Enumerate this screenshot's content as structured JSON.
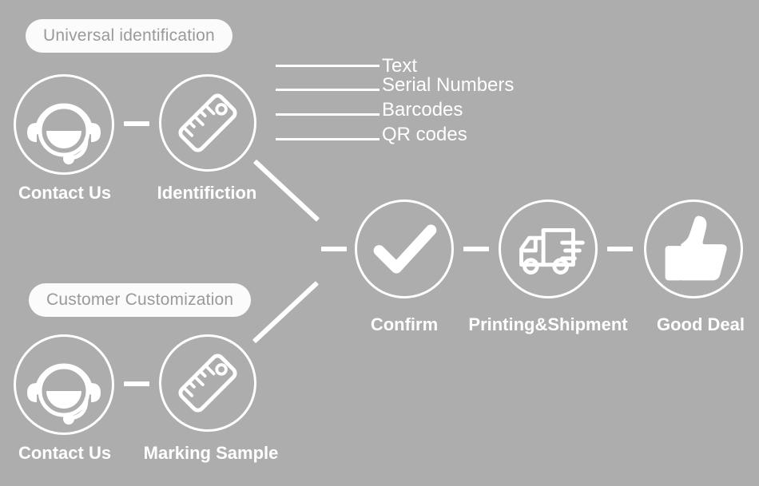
{
  "background_color": "#adadad",
  "accent_color": "#ffffff",
  "pill_text_color": "#9a9a9a",
  "badges": {
    "universal": "Universal identification",
    "customer": "Customer Customization"
  },
  "identification_types": [
    {
      "label": "Text"
    },
    {
      "label": "Serial Numbers"
    },
    {
      "label": "Barcodes"
    },
    {
      "label": "QR codes"
    }
  ],
  "top_branch": [
    {
      "icon": "headset-icon",
      "label": "Contact Us"
    },
    {
      "icon": "ruler-icon",
      "label": "Identifiction"
    }
  ],
  "bottom_branch": [
    {
      "icon": "headset-icon",
      "label": "Contact Us"
    },
    {
      "icon": "ruler-icon",
      "label": "Marking Sample"
    }
  ],
  "process_steps": [
    {
      "icon": "checkmark-icon",
      "label": "Confirm"
    },
    {
      "icon": "delivery-truck-icon",
      "label": "Printing&Shipment"
    },
    {
      "icon": "thumbs-up-icon",
      "label": "Good Deal"
    }
  ]
}
